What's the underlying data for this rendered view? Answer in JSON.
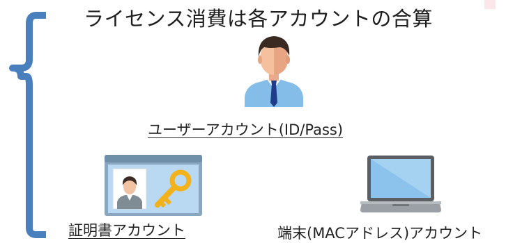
{
  "title": "ライセンス消費は各アカウントの合算",
  "accounts": {
    "user": {
      "label": "ユーザーアカウント(ID/Pass)",
      "icon": "businessman-icon"
    },
    "certificate": {
      "label": "証明書アカウント",
      "icon": "certificate-key-icon"
    },
    "device": {
      "label": "端末(MACアドレス)アカウント",
      "icon": "laptop-icon"
    }
  },
  "colors": {
    "brace": "#4a7fbd",
    "shirt": "#83bde8",
    "tie": "#1f3d8a",
    "key": "#f2b21c",
    "card_bg": "#b9d8f2",
    "laptop_screen": "#8cc3ec"
  }
}
